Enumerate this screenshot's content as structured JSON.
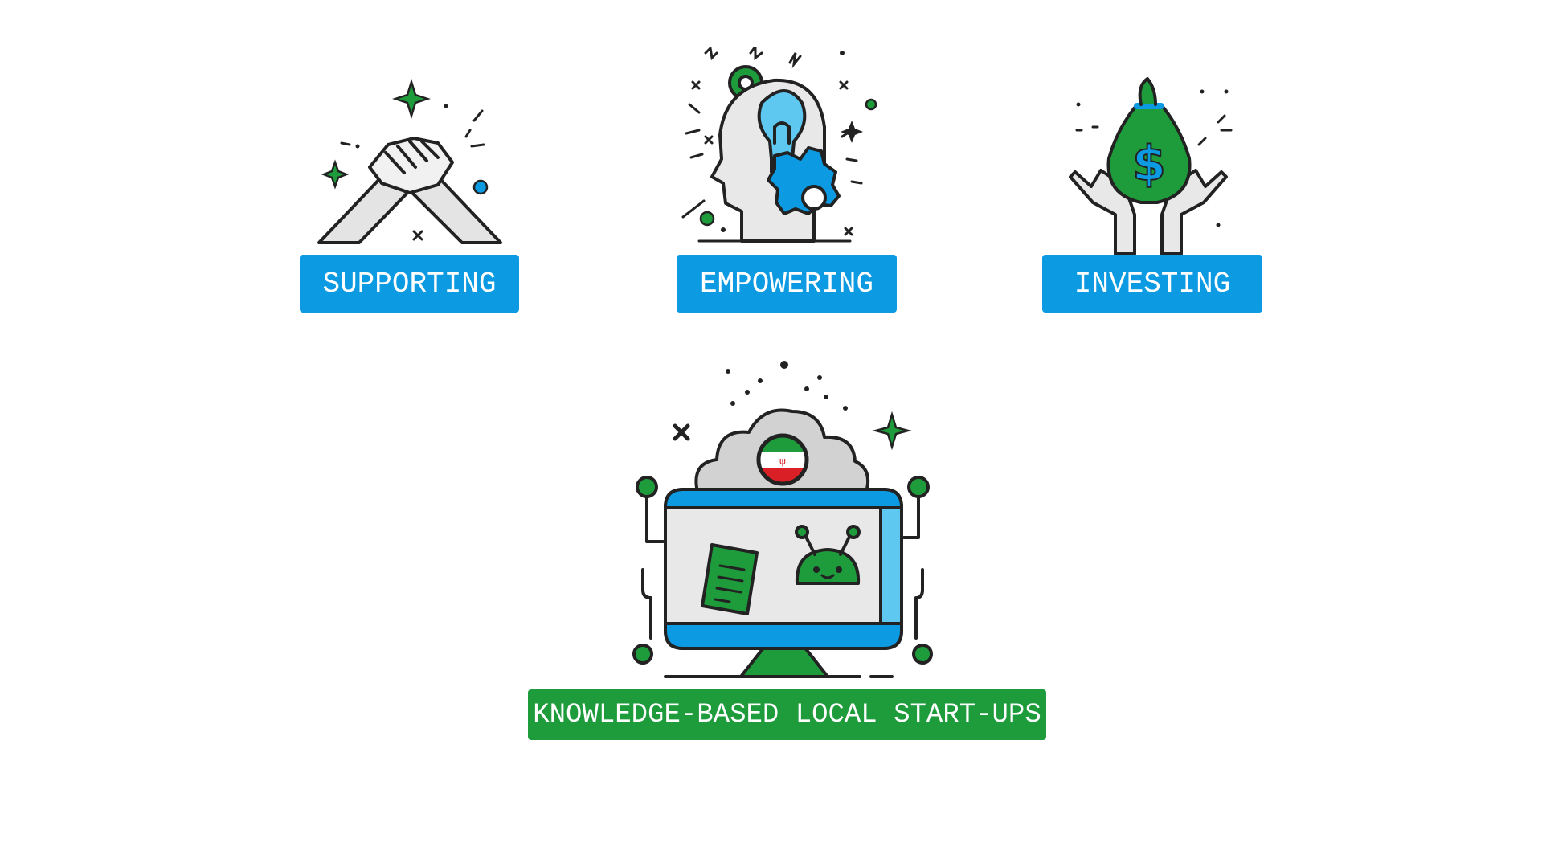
{
  "colors": {
    "blue": "#0c9ae2",
    "green": "#1e9c3c",
    "outline": "#222222",
    "light_gray": "#e8e8e8",
    "mid_gray": "#d2d2d2",
    "light_blue": "#5ec8f0",
    "dark_green": "#1a7a32",
    "flag_red": "#da1f26"
  },
  "labels": {
    "supporting": "SUPPORTING",
    "empowering": "EMPOWERING",
    "investing": "INVESTING",
    "startups": "KNOWLEDGE-BASED LOCAL START-UPS"
  },
  "icons": {
    "supporting": "handshake-arm-wrestle-icon",
    "empowering": "head-lightbulb-gears-icon",
    "investing": "hands-money-bag-icon",
    "startups": "computer-cloud-robot-iran-flag-icon"
  }
}
